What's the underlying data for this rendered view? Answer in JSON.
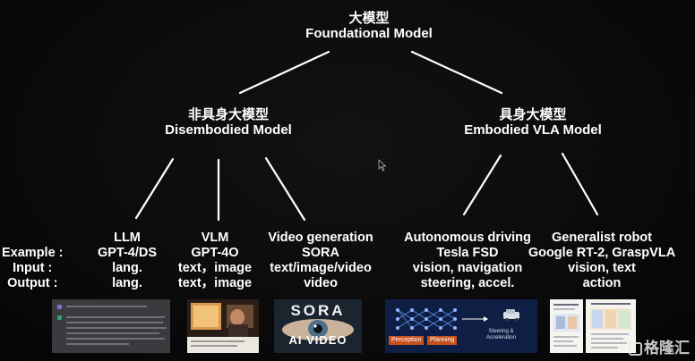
{
  "root": {
    "cn": "大模型",
    "en": "Foundational Model"
  },
  "left_branch": {
    "cn": "非具身大模型",
    "en": "Disembodied Model"
  },
  "right_branch": {
    "cn": "具身大模型",
    "en": "Embodied VLA Model"
  },
  "row_labels": {
    "example": "Example :",
    "input": "Input :",
    "output": "Output :"
  },
  "columns": [
    {
      "example": "LLM",
      "model": "GPT-4/DS",
      "input": "lang.",
      "output": "lang."
    },
    {
      "example": "VLM",
      "model": "GPT-4O",
      "input": "text，image",
      "output": "text，image"
    },
    {
      "example": "Video generation",
      "model": "SORA",
      "input": "text/image/video",
      "output": "video"
    },
    {
      "example": "Autonomous driving",
      "model": "Tesla FSD",
      "input": "vision, navigation",
      "output": "steering, accel."
    },
    {
      "example": "Generalist robot",
      "model": "Google RT-2, GraspVLA",
      "input": "vision, text",
      "output": "action"
    }
  ],
  "thumbnails": {
    "sora_title": "SORA",
    "sora_subtitle": "AI VIDEO",
    "ad_tag_perception": "Perception",
    "ad_tag_planning": "Planning",
    "ad_caption_1": "Steering &",
    "ad_caption_2": "Acceleration"
  },
  "watermark": "格隆汇",
  "colors": {
    "background": "#0b0b0b",
    "text": "#ffffff",
    "lines": "#ffffff"
  }
}
